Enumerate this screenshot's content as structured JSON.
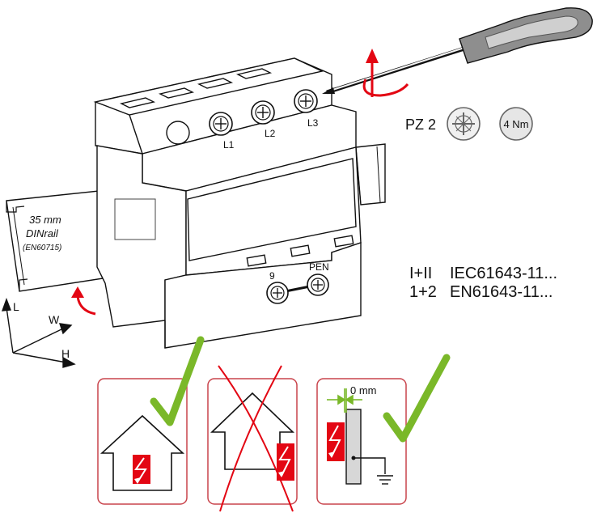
{
  "rail": {
    "line1": "35 mm",
    "line2": "DINrail",
    "line3": "(EN60715)"
  },
  "terminals": {
    "l1": "L1",
    "l2": "L2",
    "l3": "L3",
    "n9": "9",
    "pen": "PEN"
  },
  "tool": {
    "screw_type": "PZ 2",
    "torque": "4 Nm"
  },
  "standards": {
    "class1": "I+II",
    "spec1": "IEC61643-11...",
    "class2": "1+2",
    "spec2": "EN61643-11..."
  },
  "axes": {
    "l": "L",
    "w": "W",
    "h": "H"
  },
  "distance": {
    "label": "0 mm"
  },
  "colors": {
    "check": "#7ab829",
    "cross": "#e30613",
    "panel_border": "#c9434b",
    "arrow": "#e30613"
  }
}
